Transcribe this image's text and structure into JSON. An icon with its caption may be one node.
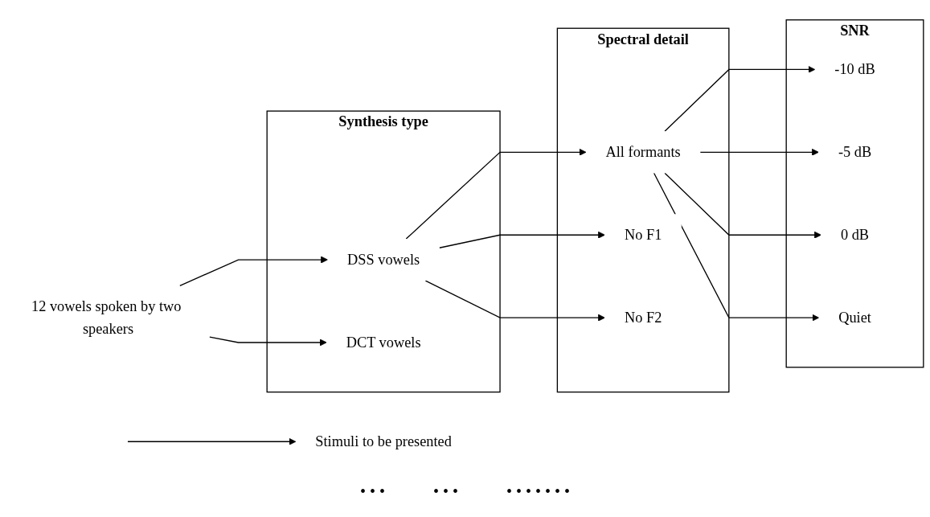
{
  "diagram": {
    "nodes": [
      {
        "text": [
          "12 vowels spoken by two speakers"
        ]
      },
      {
        "text": [
          "Synthesis type"
        ]
      },
      {
        "text": [
          "DSS vowels"
        ],
        "in": 1
      },
      {
        "text": [
          "DCT vowels"
        ],
        "in": 1
      },
      {
        "text": [
          "Spectral detail"
        ]
      },
      {
        "text": [
          "All formants"
        ],
        "in": 4
      },
      {
        "text": [
          "No F1"
        ],
        "in": 4
      },
      {
        "text": [
          "No F2"
        ],
        "in": 4
      },
      {
        "text": [
          "SNR"
        ]
      },
      {
        "text": [
          "-10 dB"
        ],
        "in": 8
      },
      {
        "text": [
          "-5 dB"
        ],
        "in": 8
      },
      {
        "text": [
          "0 dB"
        ],
        "in": 8
      },
      {
        "text": [
          "Quiet"
        ],
        "in": 8
      },
      {
        "text": [
          "Stimuli to be presented"
        ]
      }
    ],
    "edges": [
      {
        "from": 0,
        "to": 2,
        "arrow": "to"
      },
      {
        "from": 0,
        "to": 3,
        "arrow": "to"
      },
      {
        "from": 2,
        "to": 5,
        "arrow": "to"
      },
      {
        "from": 2,
        "to": 6,
        "arrow": "to"
      },
      {
        "from": 2,
        "to": 7,
        "arrow": "to"
      },
      {
        "from": 5,
        "to": 9,
        "arrow": "to"
      },
      {
        "from": 5,
        "to": 10,
        "arrow": "to"
      },
      {
        "from": 5,
        "to": 11,
        "arrow": "to"
      },
      {
        "from": 5,
        "to": 12,
        "arrow": "to"
      },
      {
        "from": null,
        "to": 13,
        "arrow": "to"
      }
    ],
    "labels": [
      "• • •",
      "• • •",
      "• • • • • • •"
    ]
  }
}
